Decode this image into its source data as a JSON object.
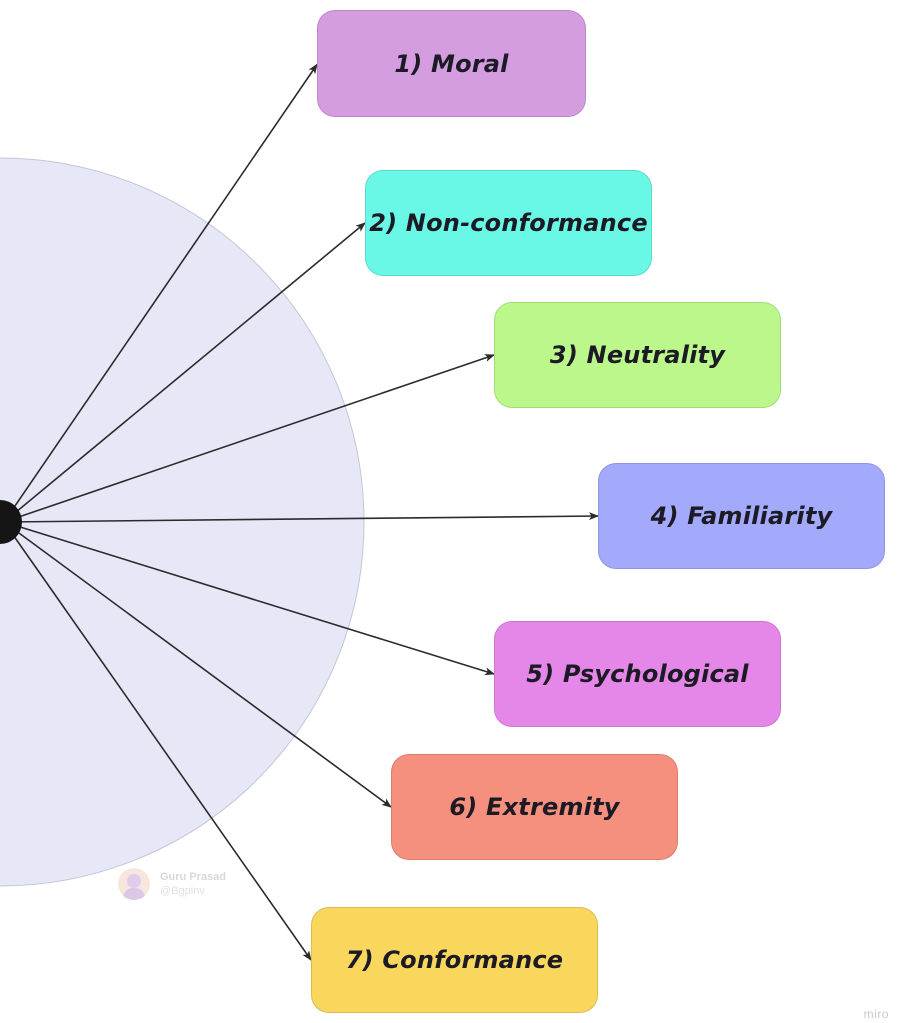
{
  "diagram": {
    "type": "radial-hub-and-spoke",
    "hub": {
      "background_circle_color": "#e6e8f8",
      "background_circle_border": "#c4c6d4",
      "hub_dot_color": "#151515"
    },
    "arrow_color": "#2b2b2b",
    "nodes": [
      {
        "id": "moral",
        "label": "1) Moral",
        "color": "#d49ddf"
      },
      {
        "id": "non-conformance",
        "label": "2) Non-conformance",
        "color": "#68f8e5"
      },
      {
        "id": "neutrality",
        "label": "3) Neutrality",
        "color": "#bcf78b"
      },
      {
        "id": "familiarity",
        "label": "4) Familiarity",
        "color": "#a3aafc"
      },
      {
        "id": "psychological",
        "label": "5) Psychological",
        "color": "#e587e8"
      },
      {
        "id": "extremity",
        "label": "6) Extremity",
        "color": "#f6907e"
      },
      {
        "id": "conformance",
        "label": "7) Conformance",
        "color": "#f9d75c"
      }
    ]
  },
  "watermark": {
    "name": "Guru Prasad",
    "handle": "@Bgpinv"
  },
  "brand": "miro"
}
